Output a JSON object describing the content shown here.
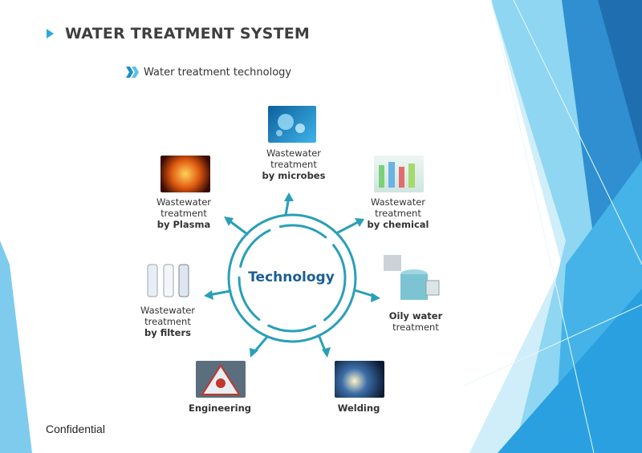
{
  "slide": {
    "title": "WATER TREATMENT SYSTEM",
    "subtitle": "Water treatment technology",
    "footer": "Confidential"
  },
  "diagram": {
    "center": "Technology",
    "nodes": [
      {
        "id": "microbes",
        "line1": "Wastewater",
        "line2": "treatment",
        "line3": "by microbes",
        "image": "microbes-image"
      },
      {
        "id": "chemical",
        "line1": "Wastewater",
        "line2": "treatment",
        "line3": "by chemical",
        "image": "chemical-image"
      },
      {
        "id": "oily",
        "line1": "Oily water",
        "line2": "treatment",
        "image": "oily-water-machine-image"
      },
      {
        "id": "welding",
        "line1": "Welding",
        "image": "welding-image"
      },
      {
        "id": "engineering",
        "line1": "Engineering",
        "image": "engineering-image"
      },
      {
        "id": "filters",
        "line1": "Wastewater",
        "line2": "treatment",
        "line3": "by filters",
        "image": "filter-cartridges-image"
      },
      {
        "id": "plasma",
        "line1": "Wastewater",
        "line2": "treatment",
        "line3": "by Plasma",
        "image": "plasma-image"
      }
    ]
  },
  "colors": {
    "ring": "#2a9fb8",
    "center_text": "#1b5f93",
    "bullet": "#2aa8df",
    "deco_light": "#bfe6f6",
    "deco_mid": "#5cc0ea",
    "deco_dark": "#1f7fc0"
  }
}
